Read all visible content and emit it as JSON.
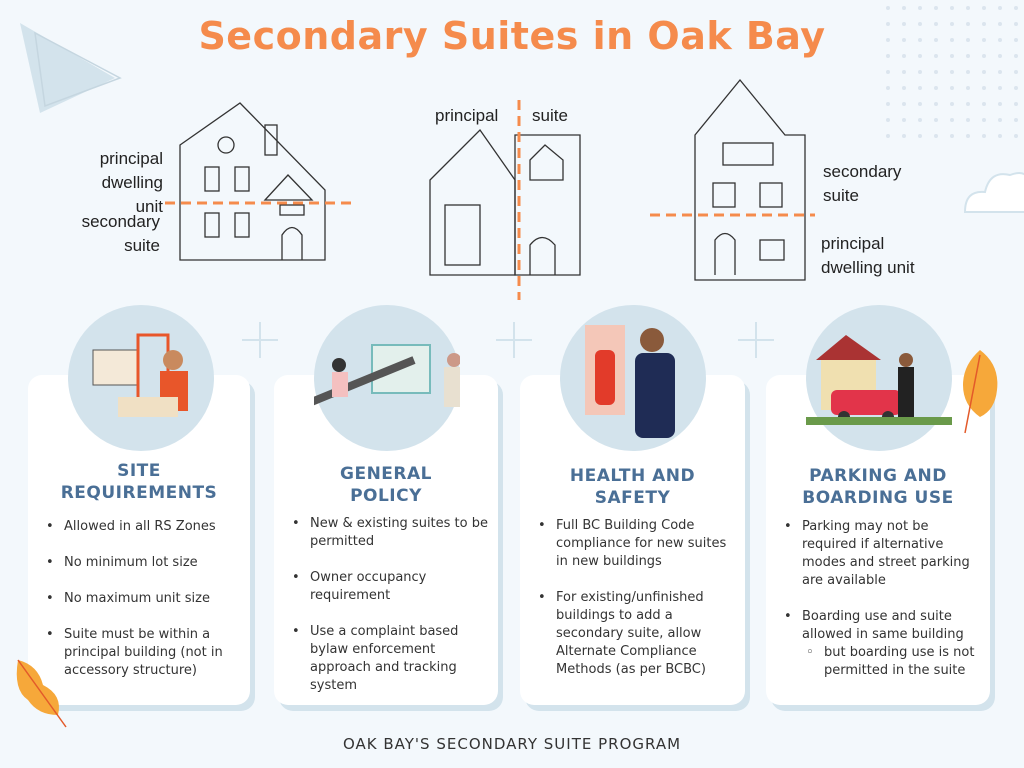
{
  "title": "Secondary Suites in Oak Bay",
  "colors": {
    "accent": "#f58b4c",
    "heading": "#4a6f96",
    "background": "#f3f8fc",
    "circle": "#d3e3ec"
  },
  "diagrams": {
    "left": {
      "top": "principal dwelling unit",
      "bottom": "secondary suite"
    },
    "middle": {
      "left": "principal",
      "right": "suite"
    },
    "right": {
      "top": "secondary suite",
      "bottom": "principal dwelling unit"
    }
  },
  "cards": [
    {
      "heading_l1": "SITE",
      "heading_l2": "REQUIREMENTS",
      "icon": "architect-icon",
      "items": [
        "Allowed in all RS Zones",
        "No minimum lot size",
        "No maximum unit size",
        "Suite must be within a principal building (not in accessory structure)"
      ]
    },
    {
      "heading_l1": "GENERAL",
      "heading_l2": "POLICY",
      "icon": "policy-team-icon",
      "items": [
        "New & existing suites to be permitted",
        "Owner occupancy requirement",
        "Use a complaint based bylaw enforcement approach and tracking system"
      ]
    },
    {
      "heading_l1": "HEALTH AND",
      "heading_l2": "SAFETY",
      "icon": "fire-extinguisher-icon",
      "items": [
        "Full BC Building Code compliance for new suites in new buildings",
        "For existing/unfinished buildings to add a secondary suite, allow Alternate Compliance Methods (as per BCBC)"
      ]
    },
    {
      "heading_l1": "PARKING AND",
      "heading_l2": "BOARDING USE",
      "icon": "house-car-icon",
      "items": [
        "Parking may not be required if alternative modes and street parking are available",
        "Boarding use and suite allowed in same building"
      ],
      "subitem": "but boarding use is not permitted in the suite"
    }
  ],
  "footer": "OAK BAY'S SECONDARY SUITE PROGRAM"
}
